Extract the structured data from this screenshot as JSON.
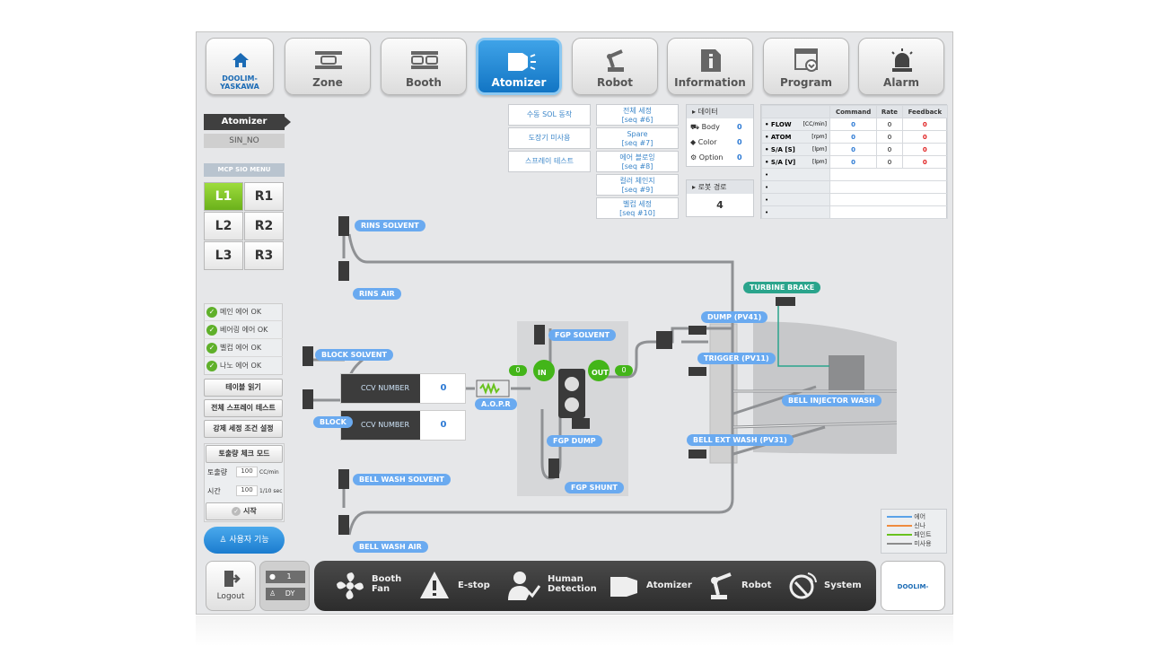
{
  "header": {
    "brand": "DOOLIM-YASKAWA",
    "tabs": [
      {
        "label": "Zone"
      },
      {
        "label": "Booth"
      },
      {
        "label": "Atomizer"
      },
      {
        "label": "Robot"
      },
      {
        "label": "Information"
      },
      {
        "label": "Program"
      },
      {
        "label": "Alarm"
      }
    ]
  },
  "left": {
    "atomizer_label": "Atomizer",
    "sin_no": "SIN_NO",
    "mcp_menu": "MCP SIO MENU",
    "lr": [
      "L1",
      "R1",
      "L2",
      "R2",
      "L3",
      "R3"
    ],
    "status": [
      "메인 에어 OK",
      "베어링 에어 OK",
      "벨컵 에어 OK",
      "나노 에어 OK"
    ],
    "table_read": "테이블 읽기",
    "spray_test_all": "전체 스프레이 테스트",
    "force_clean": "강제 세정 조건 설정",
    "flow_check": "토출량 체크 모드",
    "flow_label": "토출량",
    "flow_value": "100",
    "flow_unit": "CC/min",
    "time_label": "시간",
    "time_value": "100",
    "time_unit": "1/10 sec",
    "start": "시작",
    "user_func": "사용자 기능"
  },
  "controls": {
    "sol_buttons": [
      "수동 SOL 동작",
      "도장기 미사용",
      "스프레이 테스트"
    ],
    "seq_buttons": [
      {
        "t": "전체 세정",
        "s": "[seq #6]"
      },
      {
        "t": "Spare",
        "s": "[seq #7]"
      },
      {
        "t": "에어 블로잉",
        "s": "[seq #8]"
      },
      {
        "t": "컬러 체인지",
        "s": "[seq #9]"
      },
      {
        "t": "벨컵 세정",
        "s": "[seq #10]"
      }
    ],
    "data_title": "데이터",
    "data_items": [
      {
        "label": "Body",
        "value": "0"
      },
      {
        "label": "Color",
        "value": "0"
      },
      {
        "label": "Option",
        "value": "0"
      }
    ],
    "robot_path_title": "로봇 경로",
    "robot_path_value": "4"
  },
  "table": {
    "headers": [
      "",
      "Command",
      "Rate",
      "Feedback"
    ],
    "rows": [
      {
        "name": "FLOW",
        "unit": "[CC/min]",
        "cmd": "0",
        "rate": "0",
        "fb": "0"
      },
      {
        "name": "ATOM",
        "unit": "[rpm]",
        "cmd": "0",
        "rate": "0",
        "fb": "0"
      },
      {
        "name": "S/A [S]",
        "unit": "[lpm]",
        "cmd": "0",
        "rate": "0",
        "fb": "0"
      },
      {
        "name": "S/A [V]",
        "unit": "[lpm]",
        "cmd": "0",
        "rate": "0",
        "fb": "0"
      }
    ],
    "empty_rows": [
      "•",
      "•",
      "•",
      "•"
    ]
  },
  "diagram": {
    "rins_solvent": "RINS SOLVENT",
    "rins_air": "RINS AIR",
    "block_solvent": "BLOCK SOLVENT",
    "block2": "BLOCK",
    "ccv_label": "CCV NUMBER",
    "ccv1": "0",
    "ccv2": "0",
    "aopr": "A.O.P.R",
    "fgp_solvent": "FGP SOLVENT",
    "fgp_dump": "FGP DUMP",
    "fgp_shunt": "FGP SHUNT",
    "in": "IN",
    "out": "OUT",
    "in_val": "0",
    "out_val": "0",
    "turbine_brake": "TURBINE BRAKE",
    "dump": "DUMP (PV41)",
    "trigger": "TRIGGER (PV11)",
    "bell_injector": "BELL INJECTOR WASH",
    "bell_ext": "BELL EXT WASH (PV31)",
    "bell_wash_solvent": "BELL WASH SOLVENT",
    "bell_wash_air": "BELL WASH AIR"
  },
  "legend": [
    {
      "label": "에어",
      "color": "#5aa2e8"
    },
    {
      "label": "신나",
      "color": "#ef8b3e"
    },
    {
      "label": "페인트",
      "color": "#69c21f"
    },
    {
      "label": "미사용",
      "color": "#8c8c8c"
    }
  ],
  "bottom": {
    "logout": "Logout",
    "user_num": "1",
    "user_name": "DY",
    "items": [
      {
        "label": "Booth Fan"
      },
      {
        "label": "E-stop"
      },
      {
        "label": "Human Detection"
      },
      {
        "label": "Atomizer"
      },
      {
        "label": "Robot"
      },
      {
        "label": "System"
      }
    ],
    "brand": "DOOLIM-YASKAWA"
  }
}
